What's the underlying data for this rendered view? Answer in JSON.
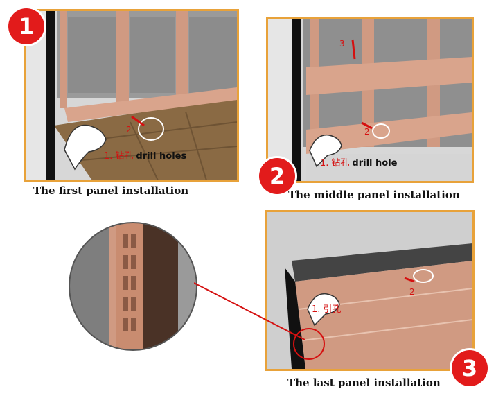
{
  "steps": [
    {
      "number": "1",
      "caption": "The first panel installation",
      "note_step": "1.",
      "note_cn": "钻孔",
      "note_en": "drill holes",
      "mark": "2"
    },
    {
      "number": "2",
      "caption": "The middle panel installation",
      "note_step": "1.",
      "note_cn": "钻孔",
      "note_en": "drill hole",
      "mark_top": "3",
      "mark": "2"
    },
    {
      "number": "3",
      "caption": "The last panel installation",
      "note_step": "1.",
      "note_cn": "引孔",
      "mark": "2"
    }
  ],
  "colors": {
    "frame": "#e8a23a",
    "badge": "#e21b1b",
    "panel": "#d9a48c",
    "floor": "#8a6a44"
  }
}
